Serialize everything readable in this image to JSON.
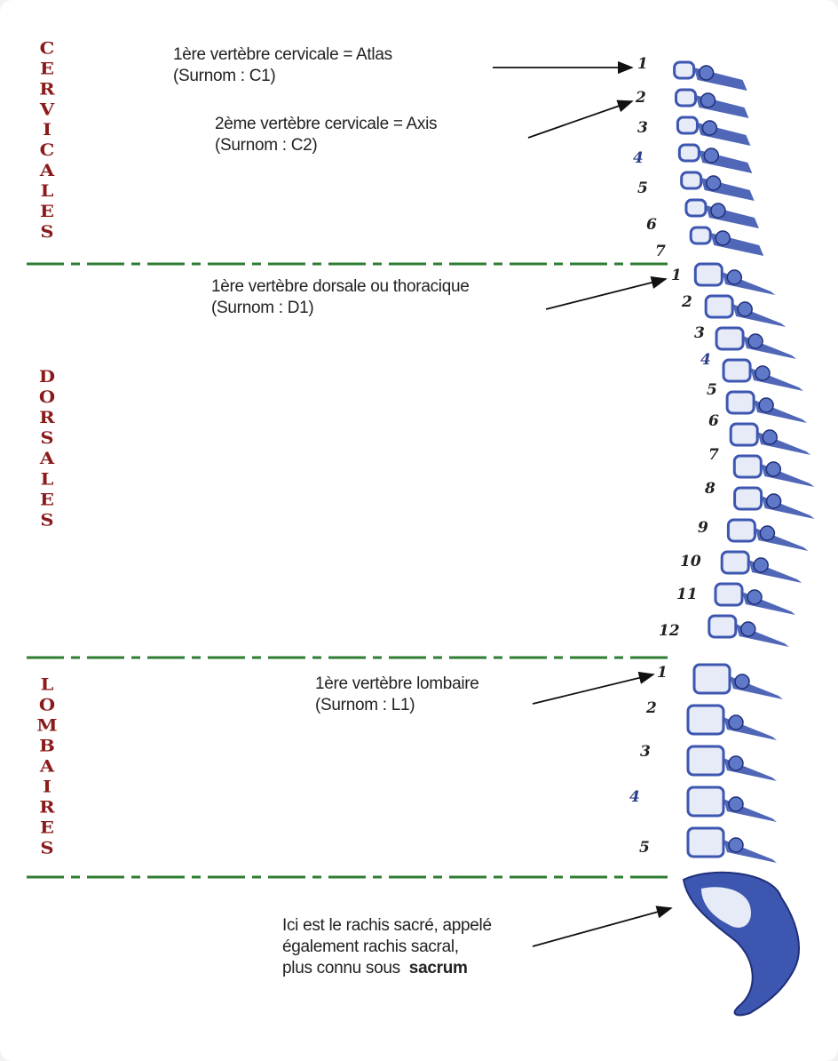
{
  "regions": {
    "cervicales": "CERVICALES",
    "dorsales": "DORSALES",
    "lombaires": "LOMBAIRES"
  },
  "annotations": {
    "atlas": {
      "line1": "1ère vertèbre cervicale = Atlas",
      "line2": "(Surnom : C1)"
    },
    "axis": {
      "line1": "2ème vertèbre cervicale = Axis",
      "line2": "(Surnom : C2)"
    },
    "d1": {
      "line1": "1ère vertèbre dorsale ou thoracique",
      "line2": "(Surnom : D1)"
    },
    "l1": {
      "line1": "1ère vertèbre lombaire",
      "line2": "(Surnom : L1)"
    },
    "sacrum": {
      "line1": "Ici est le rachis sacré, appelé",
      "line2": "également rachis sacral,",
      "line3": "plus connu sous",
      "bold": "sacrum"
    }
  },
  "vertebra_numbers": {
    "cervical": [
      "1",
      "2",
      "3",
      "4",
      "5",
      "6",
      "7"
    ],
    "dorsal": [
      "1",
      "2",
      "3",
      "4",
      "5",
      "6",
      "7",
      "8",
      "9",
      "10",
      "11",
      "12"
    ],
    "lumbar": [
      "1",
      "2",
      "3",
      "4",
      "5"
    ]
  },
  "colors": {
    "region_label": "#8b1a1a",
    "divider": "#2e7d32",
    "bone": "#3d56b0"
  }
}
